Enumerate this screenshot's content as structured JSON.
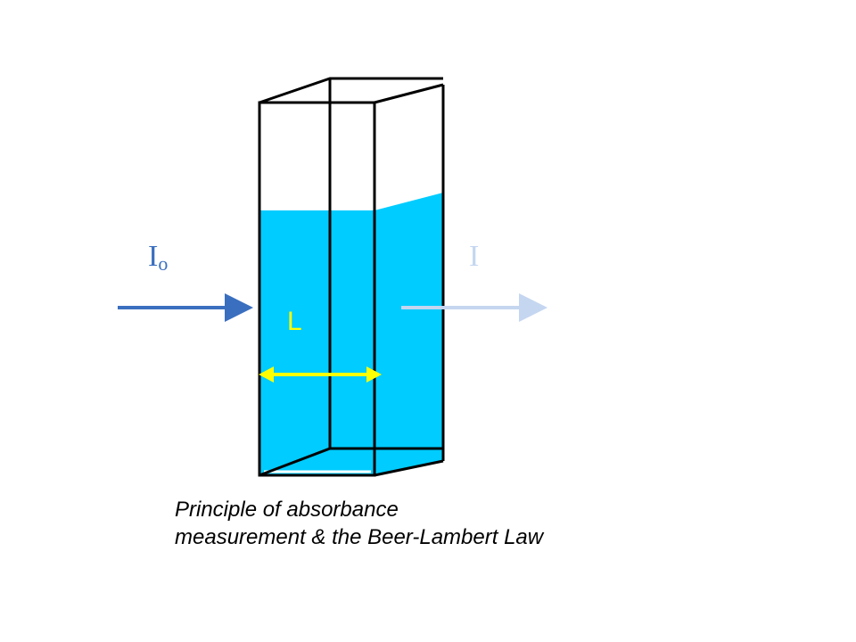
{
  "diagram": {
    "incident_label": {
      "main": "I",
      "subscript": "o"
    },
    "transmitted_label": "I",
    "path_length_label": "L",
    "caption": {
      "line1": "Principle of absorbance",
      "line2": "measurement & the Beer-Lambert Law"
    }
  },
  "colors": {
    "liquid": "#00CCFF",
    "incident_beam": "#3A6FBF",
    "transmitted_beam": "#C5D6F0",
    "path_length_arrow": "#FFFF00",
    "cuvette_outline": "#000000"
  }
}
